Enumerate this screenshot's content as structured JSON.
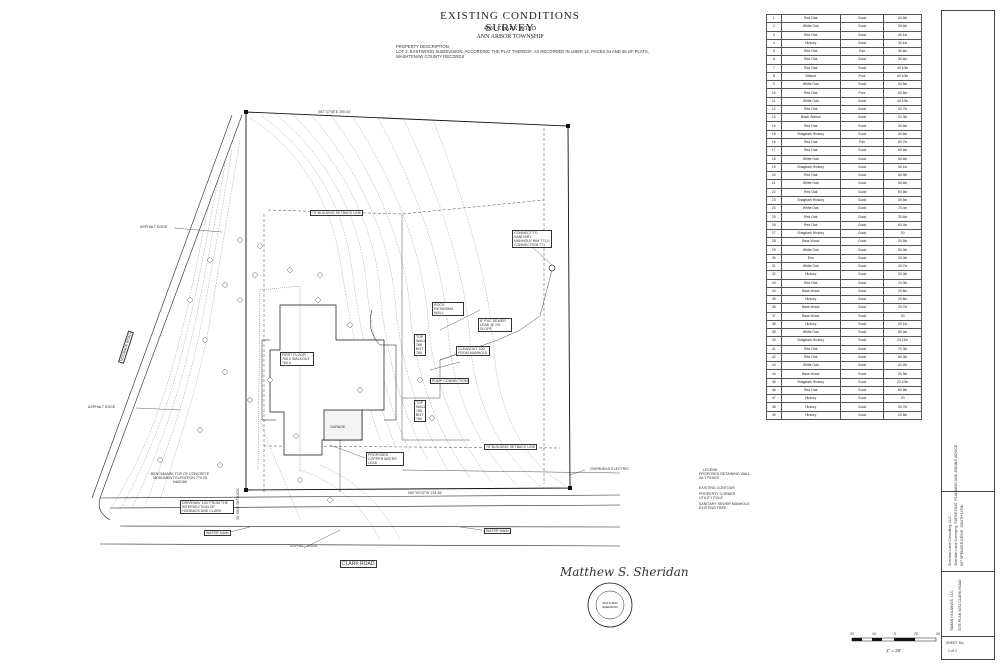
{
  "header": {
    "title": "EXISTING CONDITIONS SURVEY",
    "address": "4031 CLARK ROAD",
    "township": "ANN ARBOR TOWNSHIP",
    "desc_heading": "PROPERTY DESCRIPTION:",
    "desc_text": "LOT 2, EASTWOOD SUBDIVISION, ACCORDING THE PLAT THEREOF, AS RECORDED IN LIBER 14, PAGES 54 AND 55 OF PLATS, WASHTENAW COUNTY RECORDS"
  },
  "labels": {
    "bearing_north": "S87°37'58\"E  250.00'",
    "bearing_south": "N87°00'02\"W  234.46'",
    "building_setback_top": "75' BUILDING SETBACK LINE",
    "building_setback_bottom": "75' BUILDING SETBACK LINE",
    "asphalt_edge": "ASPHALT EDGE",
    "hogback_road": "HOGBACK ROAD",
    "clark_road": "CLARK ROAD",
    "connect_sanitary": "CONNECT TO SANITARY MANHOLE RIM 771.0 CONNECTION 771",
    "rock_wall": "ROCK RETAINING WALL",
    "sewer_lead": "6\" PVC SEWER LEAD @ 1% SLOPE",
    "cleanout": "CLEANOUT 100' FROM MANHOLE",
    "first_floor": "FIRST FLOOR 765.0 WALKOUT 760.0",
    "garage": "GARAGE",
    "pump_connection": "PUMP CONNECTION",
    "proposed_water": "PROPOSED COPPER WATER LEAD",
    "benchmark": "BENCHMARK TOP OF CONCRETE MONUMENT ELEVATION 770.25 NAVD88",
    "driveway": "DRIVEWAY 100' FROM THE INTERSECTION OF HOGBACK AND CLARK",
    "water_main_left": "WATER MAIN",
    "water_main_right": "WATER MAIN",
    "overhead_electric": "OVERHEAD ELECTRIC",
    "concrete_wall_1": "TOP WALL 766 BOT 760",
    "concrete_wall_2": "TOP WALL 766 BOT 760",
    "side_setback": "15' SIDE SETBACK",
    "silt_label": "SILT FENCE"
  },
  "legend": {
    "title": "LEGEND",
    "items": [
      "PROPOSED RETAINING WALL",
      "SILT FENCE",
      "EXISTING CONTOUR",
      "PROPERTY CORNER",
      "UTILITY POLE",
      "SANITARY SEWER MANHOLE",
      "EXISTING TREE"
    ]
  },
  "trees": [
    [
      "1",
      "Red Oak",
      "Good",
      "40.5in"
    ],
    [
      "2",
      "White Oak",
      "Good",
      "30.6in"
    ],
    [
      "3",
      "Red Oak",
      "Good",
      "40.1in"
    ],
    [
      "4",
      "Hickory",
      "Good",
      "30.1in"
    ],
    [
      "5",
      "Red Oak",
      "Fair",
      "30.6in"
    ],
    [
      "6",
      "Red Oak",
      "Good",
      "30.6in"
    ],
    [
      "7",
      "Red Oak",
      "Good",
      "40.10in"
    ],
    [
      "8",
      "Walnut",
      "Poor",
      "60.10in"
    ],
    [
      "9",
      "White Oak",
      "Good",
      "30.5in"
    ],
    [
      "10",
      "Red Oak",
      "Poor",
      "60.6in"
    ],
    [
      "11",
      "White Oak",
      "Good",
      "40.10in"
    ],
    [
      "12",
      "Red Oak",
      "Good",
      "50.7in"
    ],
    [
      "13",
      "Black Walnut",
      "Good",
      "20.3in"
    ],
    [
      "14",
      "Red Oak",
      "Good",
      "30.6in"
    ],
    [
      "15",
      "Shagbark Hickory",
      "Good",
      "40.6in"
    ],
    [
      "16",
      "Red Oak",
      "Fair",
      "60.7in"
    ],
    [
      "17",
      "Red Oak",
      "Good",
      "60.6in"
    ],
    [
      "18",
      "White Oak",
      "Good",
      "30.6in"
    ],
    [
      "19",
      "Shagbark Hickory",
      "Good",
      "50.1in"
    ],
    [
      "20",
      "Red Oak",
      "Good",
      "60.9in"
    ],
    [
      "21",
      "White Oak",
      "Good",
      "30.6in"
    ],
    [
      "22",
      "Red Oak",
      "Good",
      "60.6in"
    ],
    [
      "23",
      "Shagbark Hickory",
      "Good",
      "30.5in"
    ],
    [
      "24",
      "White Oak",
      "Good",
      "70.4in"
    ],
    [
      "25",
      "Red Oak",
      "Good",
      "30.6in"
    ],
    [
      "26",
      "Red Oak",
      "Good",
      "60.4in"
    ],
    [
      "27",
      "Shagbark Hickory",
      "Good",
      "20"
    ],
    [
      "28",
      "Bass Wood",
      "Good",
      "20.5in"
    ],
    [
      "29",
      "White Oak",
      "Good",
      "50.3in"
    ],
    [
      "30",
      "Elm",
      "Good",
      "40.3in"
    ],
    [
      "31",
      "White Oak",
      "Good",
      "40.7in"
    ],
    [
      "32",
      "Hickory",
      "Good",
      "40.3in"
    ],
    [
      "33",
      "Red Oak",
      "Good",
      "20.3in"
    ],
    [
      "34",
      "Bass Wood",
      "Good",
      "20.6in"
    ],
    [
      "35",
      "Hickory",
      "Good",
      "20.6in"
    ],
    [
      "36",
      "Bass Wood",
      "Good",
      "20.7in"
    ],
    [
      "37",
      "Bass Wood",
      "Good",
      "30"
    ],
    [
      "38",
      "Hickory",
      "Good",
      "40.1in"
    ],
    [
      "39",
      "White Oak",
      "Good",
      "60.4in"
    ],
    [
      "40",
      "Shagbark Hickory",
      "Good",
      "20.11in"
    ],
    [
      "41",
      "Red Oak",
      "Good",
      "70.3in"
    ],
    [
      "42",
      "Red Oak",
      "Good",
      "60.3in"
    ],
    [
      "43",
      "White Oak",
      "Good",
      "40.2in"
    ],
    [
      "44",
      "Bass Wood",
      "Good",
      "20.9in"
    ],
    [
      "45",
      "Shagbark Hickory",
      "Good",
      "20.10in"
    ],
    [
      "46",
      "Red Oak",
      "Good",
      "60.8in"
    ],
    [
      "47",
      "Hickory",
      "Good",
      "20"
    ],
    [
      "48",
      "Hickory",
      "Good",
      "30.7in"
    ],
    [
      "49",
      "Hickory",
      "Good",
      "20.5in"
    ]
  ],
  "titleblock": {
    "firm": "Sheridan Land Consulting, LLC",
    "firm_sub": "Sheridan Land Surveying, SURVEYING, PLANNING AND ZONING ADVICE",
    "firm_addr": "607 SPENCER DRIVE, SOUTH LYON",
    "client": "TAMAN HOLDINGS, LLC",
    "project": "SITE PLAN  4031 CLARK ROAD",
    "sheet_no_label": "SHEET No.",
    "sheet_no": "1 of 1",
    "scale": "1\" = 20'",
    "scale_ticks": [
      "20",
      "10",
      "0",
      "20",
      "40"
    ]
  },
  "signature": "Matthew S. Sheridan",
  "seal_text": "STATE OF MICHIGAN  MATTHEW SHERIDAN  PROFESSIONAL SURVEYOR  No. 4001"
}
